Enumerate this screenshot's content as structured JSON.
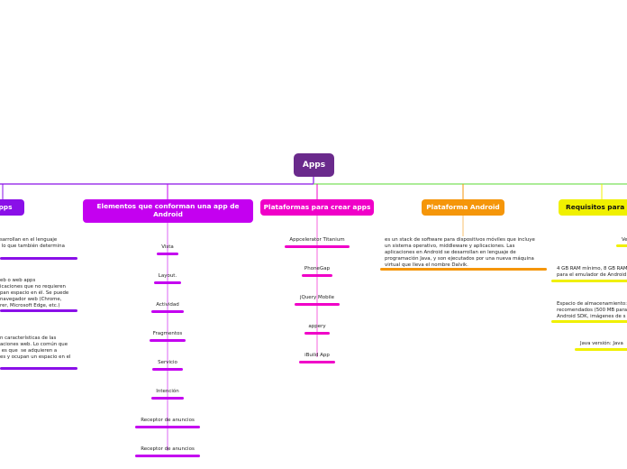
{
  "root": {
    "label": "Apps",
    "color": "#6a2a8c"
  },
  "branches": [
    {
      "id": "tipos",
      "label": "apps",
      "color": "#8a10e8",
      "paragraphs": [
        "sarrollan en el lenguaje\n lo que también determina",
        "eb o web apps\nicaciones que no requieren\npan espacio en él. Se puede\nnavegador web (Chrome,\nrer, Microsoft Edge, etc.)",
        "n características de las\naciones web. Lo común que\n es que  se adquieren a\nes y ocupan un espacio en el"
      ]
    },
    {
      "id": "elementos",
      "label": "Elementos que conforman una app de Android",
      "color": "#c400f0",
      "items": [
        "Vista",
        "Layout.",
        "Actividad",
        "Fragmentos",
        "Servicio",
        "Intención",
        "Receptor de anuncios",
        "Receptor de anuncios"
      ]
    },
    {
      "id": "plataformas",
      "label": "Plataformas para crear apps",
      "color": "#f000c8",
      "items": [
        "Appcelerator Titanium",
        "PhoneGap",
        "jQuery Mobile",
        "appery",
        "iBuild App"
      ]
    },
    {
      "id": "android",
      "label": "Plataforma Android",
      "color": "#f5960a",
      "paragraphs": [
        "es un stack de software para dispositivos móviles que incluye\nun sistema operativo, middleware y aplicaciones. Las\naplicaciones en Android se desarrollan en lenguaje de\nprogramación Java, y son ejecutados por una nueva máquina\nvirtual que lleva el nombre Dalvik."
      ]
    },
    {
      "id": "requisitos",
      "label": "Requisitos para in",
      "color": "#f0f000",
      "label_color": "#111111",
      "paragraphs": [
        "Ve",
        "4 GB RAM mínimo, 8 GB RAM\npara el emulador de Android",
        "Espacio de almacenamiento:\nrecomendados (500 MB para\nAndroid SDK, imágenes de s",
        "Java versión: Java"
      ]
    }
  ],
  "colors": {
    "connector_trunk": "#8a10e8",
    "connector_right": "#7ae05a"
  }
}
